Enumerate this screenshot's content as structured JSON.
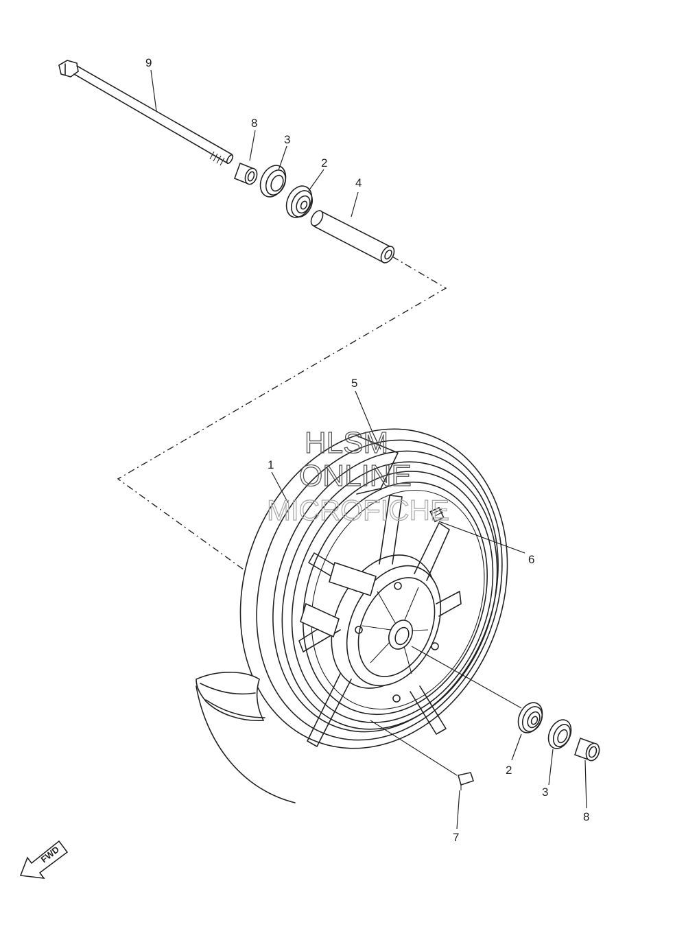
{
  "callouts": {
    "c1": "1",
    "c2_top": "2",
    "c2_bottom": "2",
    "c3_top": "3",
    "c3_bottom": "3",
    "c4": "4",
    "c5": "5",
    "c6": "6",
    "c7": "7",
    "c8_top": "8",
    "c8_bottom": "8",
    "c9": "9"
  },
  "watermark": {
    "line1": "HLSM",
    "line2": "ONLINE",
    "line3": "MICROFICHE"
  },
  "direction_badge": "FWD"
}
